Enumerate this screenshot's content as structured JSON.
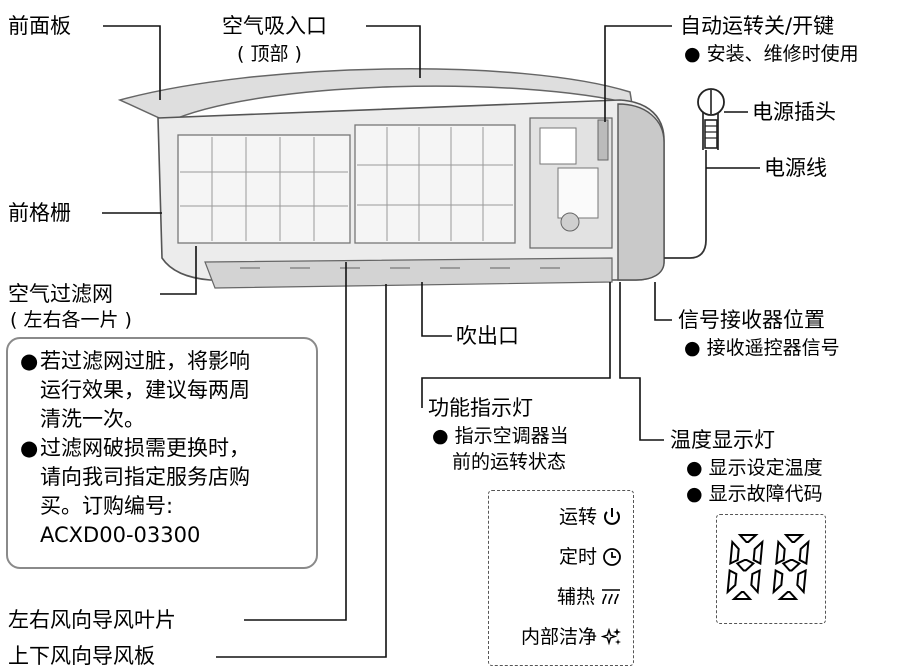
{
  "labels": {
    "front_panel": "前面板",
    "air_inlet": "空气吸入口",
    "air_inlet_sub": "( 顶部 )",
    "auto_switch": "自动运转关/开键",
    "auto_switch_note": "● 安装、维修时使用",
    "power_plug": "电源插头",
    "power_cord": "电源线",
    "front_grille": "前格栅",
    "air_filter": "空气过滤网",
    "air_filter_sub": "( 左右各一片 )",
    "air_outlet": "吹出口",
    "signal_receiver": "信号接收器位置",
    "signal_receiver_note": "● 接收遥控器信号",
    "function_indicator": "功能指示灯",
    "function_indicator_note_1": "● 指示空调器当",
    "function_indicator_note_2": "前的运转状态",
    "temp_display": "温度显示灯",
    "temp_display_note_1": "● 显示设定温度",
    "temp_display_note_2": "● 显示故障代码",
    "lr_louver": "左右风向导风叶片",
    "ud_louver": "上下风向导风板"
  },
  "note": {
    "bullet_1": [
      "若过滤网过脏，将影响",
      "运行效果，建议每两周",
      "清洗一次。"
    ],
    "bullet_2": [
      "过滤网破损需更换时，",
      "请向我司指定服务店购",
      "买。订购编号:",
      "ACXD00-03300"
    ],
    "bullet_symbol": "●"
  },
  "function_panel": {
    "items": [
      {
        "label": "运转",
        "icon": "power-icon"
      },
      {
        "label": "定时",
        "icon": "timer-clock-icon"
      },
      {
        "label": "辅热",
        "icon": "heater-icon"
      },
      {
        "label": "内部洁净",
        "icon": "sparkle-clean-icon"
      }
    ]
  },
  "temperature_display": {
    "digits": "88"
  },
  "colors": {
    "unit_body": "#e9e9e9",
    "unit_shadow": "#b9b9b9",
    "outline": "#555555",
    "note_border": "#8a8a8a"
  }
}
